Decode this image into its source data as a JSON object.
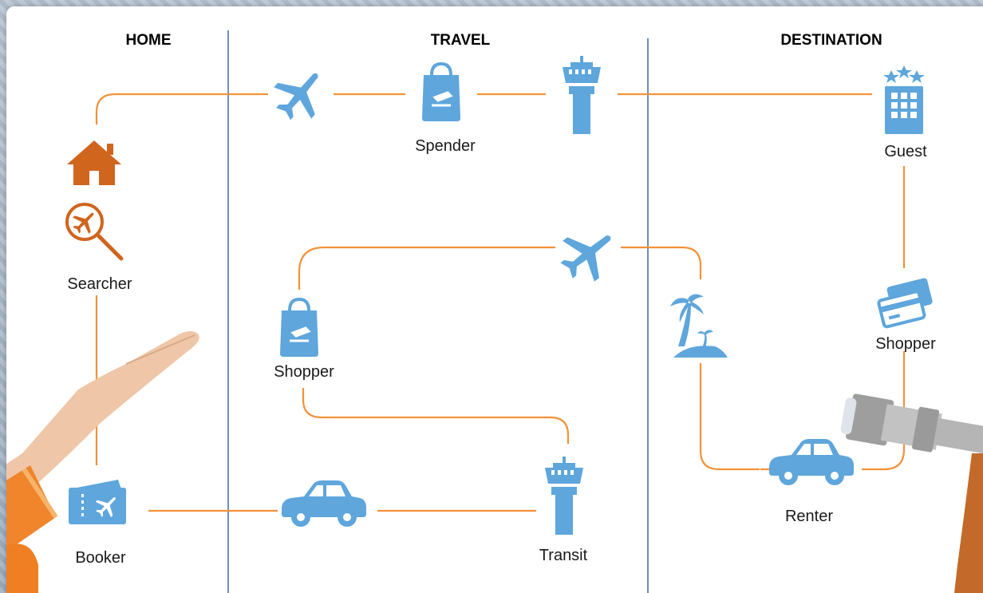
{
  "columns": [
    {
      "title": "HOME"
    },
    {
      "title": "TRAVEL"
    },
    {
      "title": "DESTINATION"
    }
  ],
  "nodes": {
    "spender": "Spender",
    "guest": "Guest",
    "searcher": "Searcher",
    "shopper_travel": "Shopper",
    "shopper_destination": "Shopper",
    "booker": "Booker",
    "transit": "Transit",
    "renter": "Renter"
  },
  "colors": {
    "path": "#f39237",
    "icon_blue": "#5ea6dc",
    "icon_orange": "#d0651e",
    "divider": "#3f6aa8",
    "hand_skin": "#f0c6a8",
    "sleeve": "#f0852c",
    "telescope": "#b8b8b8"
  },
  "icons": [
    "airplane-icon",
    "shopping-bag-icon",
    "control-tower-icon",
    "hotel-icon",
    "house-icon",
    "search-flight-icon",
    "credit-cards-icon",
    "island-palm-icon",
    "car-icon",
    "ticket-icon"
  ]
}
